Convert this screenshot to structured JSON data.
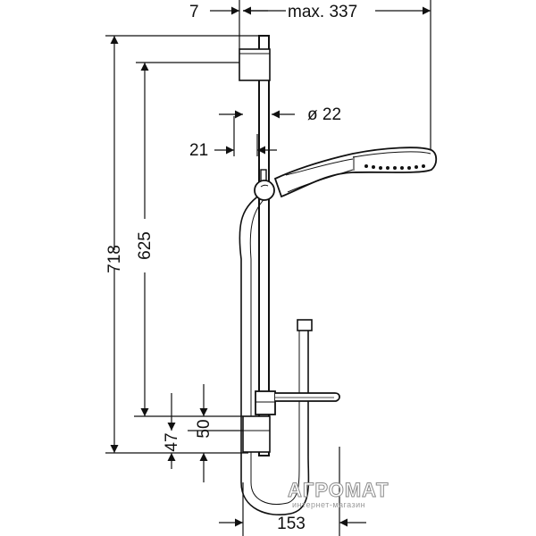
{
  "dimensions": {
    "bracket_offset": "7",
    "max_reach": "max. 337",
    "diameter": "ø  22",
    "wall_offset": "21",
    "total_height": "718",
    "rail_height": "625",
    "soap_dish_height": "50",
    "bottom_offset": "47",
    "dish_depth": "153"
  },
  "watermark": {
    "main": "АГРОМАТ",
    "sub": "интернет-магазин"
  },
  "colors": {
    "line": "#111111",
    "background": "#ffffff",
    "watermark": "#8a8a8a"
  }
}
